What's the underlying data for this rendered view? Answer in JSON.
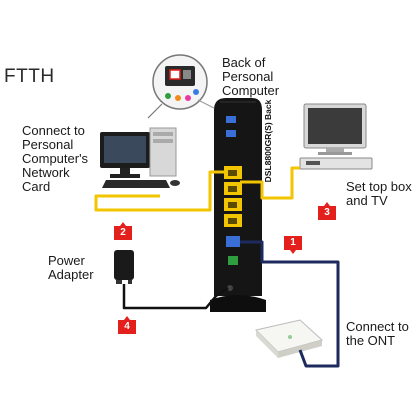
{
  "title": "FTTH",
  "labels": {
    "back_of_pc": "Back of\nPersonal\nComputer",
    "connect_pc": "Connect to\nPersonal\nComputer's\nNetwork\nCard",
    "set_top_box": "Set top box\nand TV",
    "power_adapter": "Power\nAdapter",
    "connect_ont": "Connect to\nthe ONT",
    "router_back": "DSL8800GR(S) Back"
  },
  "steps": [
    "1",
    "2",
    "3",
    "4"
  ],
  "colors": {
    "ethernet_cable": "#f2c500",
    "fiber_cable": "#1d2a5e",
    "power_cable": "#111111",
    "step_badge": "#e3201b"
  }
}
